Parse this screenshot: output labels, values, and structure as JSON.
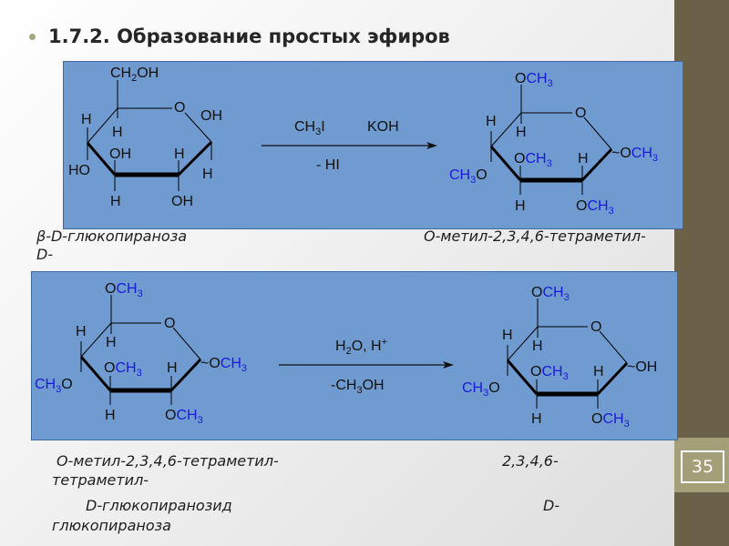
{
  "slide": {
    "title": "1.7.2. Образование простых эфиров",
    "page_number": "35",
    "colors": {
      "panel": "#6f9bd0",
      "methyl_blue": "#1a1adc",
      "side_strip": "#6b6048",
      "page_band": "#a49f78"
    }
  },
  "reaction1": {
    "reactant": {
      "name": "β-D-глюкопираноза",
      "groups": {
        "c6": "CH2OH",
        "ring_o": "O",
        "c1_up": "OH",
        "c1_down": "H",
        "c5_h": "H",
        "c4_up": "H",
        "c4_down": "HO",
        "c3_up": "OH",
        "c3_down": "H",
        "c2_up": "H",
        "c2_down": "OH"
      }
    },
    "reagents_above": [
      "CH3I",
      "KOH"
    ],
    "reagents_below": "- HI",
    "product": {
      "groups": {
        "c6": "OCH3",
        "ring_o": "O",
        "c1": "~OCH3",
        "c5_h": "H",
        "c4_up": "H",
        "c4_down": "CH3O",
        "c3_up": "OCH3",
        "c3_down": "H",
        "c2_up": "H",
        "c2_down": "OCH3"
      }
    },
    "caption_left": "β-D-глюкопираноза",
    "caption_right": "О-метил-2,3,4,6-тетраметил-",
    "caption_wrap": "D-"
  },
  "reaction2": {
    "reagents_above": "H2O, H+",
    "reagents_below": "-CH3OH",
    "reactant_c1": "~OCH3",
    "product_c1": "~OH",
    "caption_line1_left": "О-метил-2,3,4,6-тетраметил-",
    "caption_line1_right": "2,3,4,6-",
    "caption_line2": "тетраметил-",
    "caption_line3_left": "D-глюкопиранозид",
    "caption_line3_right": "D-",
    "caption_line4": "глюкопираноза"
  }
}
